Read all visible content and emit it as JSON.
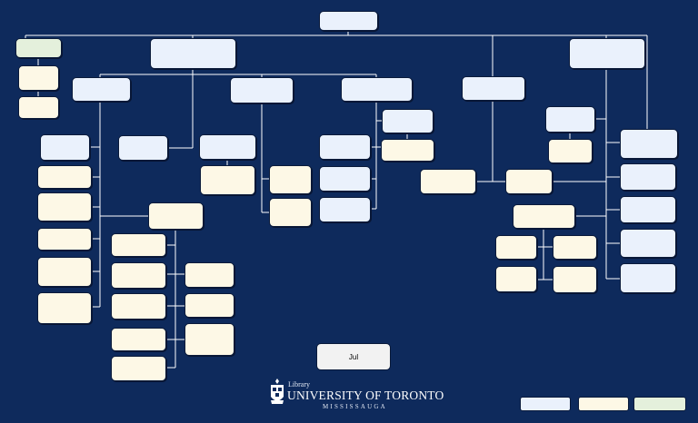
{
  "date_label": "Jul",
  "logo": {
    "library": "Library",
    "university": "UNIVERSITY OF TORONTO",
    "campus": "MISSISSAUGA"
  },
  "colors": {
    "background": "#0e2a5c",
    "box_blue": "#eaf1fc",
    "box_cream": "#fdf8e6",
    "box_green": "#e4f0dc",
    "connector": "#ffffff"
  }
}
